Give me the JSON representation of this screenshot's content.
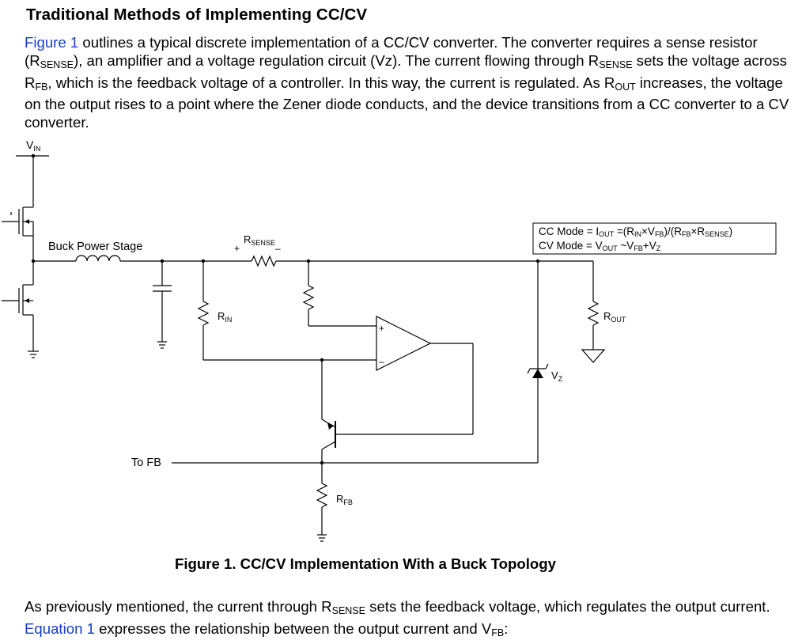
{
  "heading": "Traditional Methods of Implementing CC/CV",
  "intro": {
    "link": "Figure 1",
    "t1": " outlines a typical discrete implementation of a CC/CV converter. The converter requires a sense resistor (R",
    "s1": "SENSE",
    "t2": "), an amplifier and a voltage regulation circuit (Vz). The current flowing through R",
    "s2": "SENSE",
    "t3": " sets the voltage across R",
    "s3": "FB",
    "t4": ", which is the feedback voltage of a controller. In this way, the current is regulated. As R",
    "s4": "OUT",
    "t5": " increases, the voltage on the output rises to a point where the Zener diode conducts, and the device transitions from a CC converter to a CV converter."
  },
  "figure": {
    "vin_main": "V",
    "vin_sub": "IN",
    "buck_label": "Buck Power Stage",
    "rsense_main": "R",
    "rsense_sub": "SENSE",
    "plus_sign": "+",
    "minus_sign": "–",
    "rin_main": "R",
    "rin_sub": "IN",
    "rout_main": "R",
    "rout_sub": "OUT",
    "rfb_main": "R",
    "rfb_sub": "FB",
    "vz_main": "V",
    "vz_sub": "Z",
    "tofb": "To FB",
    "opamp_plus": "+",
    "opamp_minus": "–",
    "cc_mode": {
      "p1": "CC Mode = I",
      "s1": "OUT",
      "p2": " =(R",
      "s2": "IN",
      "p3": "×V",
      "s3": "FB",
      "p4": ")/(R",
      "s4": "FB",
      "p5": "×R",
      "s5": "SENSE",
      "p6": ")"
    },
    "cv_mode": {
      "p1": "CV Mode = V",
      "s1": "OUT",
      "p2": " ~V",
      "s2": "FB",
      "p3": "+V",
      "s3": "Z"
    }
  },
  "caption": "Figure 1. CC/CV Implementation With a Buck Topology",
  "outro": {
    "t1": "As previously mentioned, the current through R",
    "s1": "SENSE",
    "t2": " sets the feedback voltage, which regulates the output current. ",
    "link": "Equation 1",
    "t3": " expresses the relationship between the output current and V",
    "s2": "FB",
    "t4": ":"
  },
  "colors": {
    "link": "#1a3cc9",
    "text": "#000000"
  }
}
